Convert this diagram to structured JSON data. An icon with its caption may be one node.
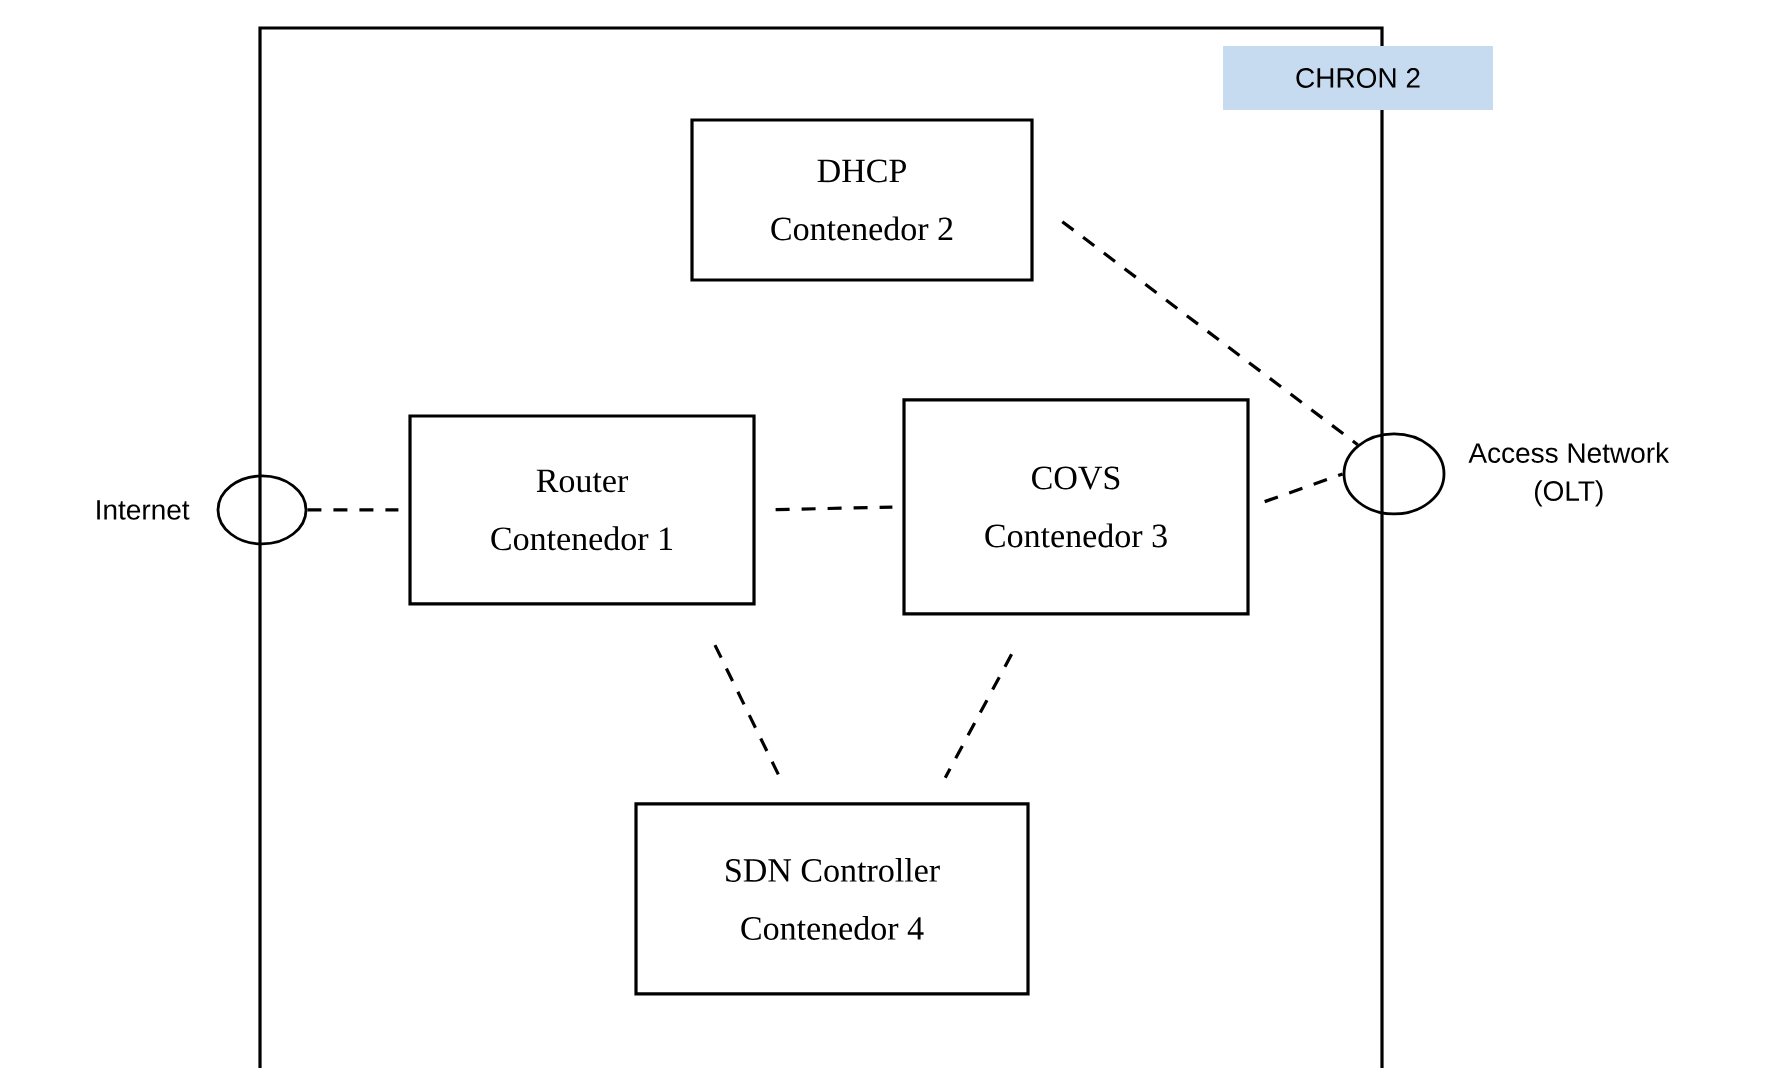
{
  "diagram": {
    "nodes": [
      {
        "text": [],
        "shape": "box"
      },
      {
        "text": [
          "CHRON 2"
        ]
      },
      {
        "text": [
          "DHCP",
          "Contenedor 2"
        ],
        "in": 0
      },
      {
        "text": [
          "Router",
          "Contenedor 1"
        ],
        "in": 0
      },
      {
        "text": [
          "COVS",
          "Contenedor 3"
        ],
        "in": 0
      },
      {
        "text": [
          "SDN Controller",
          "Contenedor 4"
        ],
        "in": 0
      },
      {
        "text": [
          "Internet"
        ]
      },
      {
        "text": [
          "Access Network",
          "(OLT)"
        ]
      }
    ],
    "edges": [
      {
        "from": 6,
        "to": 3,
        "arrow": "none",
        "style": "dashed"
      },
      {
        "from": 3,
        "to": 4,
        "arrow": "none",
        "style": "dashed"
      },
      {
        "from": 4,
        "to": 7,
        "arrow": "none",
        "style": "dashed"
      },
      {
        "from": 2,
        "to": 7,
        "arrow": "none",
        "style": "dashed"
      },
      {
        "from": 3,
        "to": 5,
        "arrow": "none",
        "style": "dashed"
      },
      {
        "from": 4,
        "to": 5,
        "arrow": "none",
        "style": "dashed"
      }
    ]
  }
}
